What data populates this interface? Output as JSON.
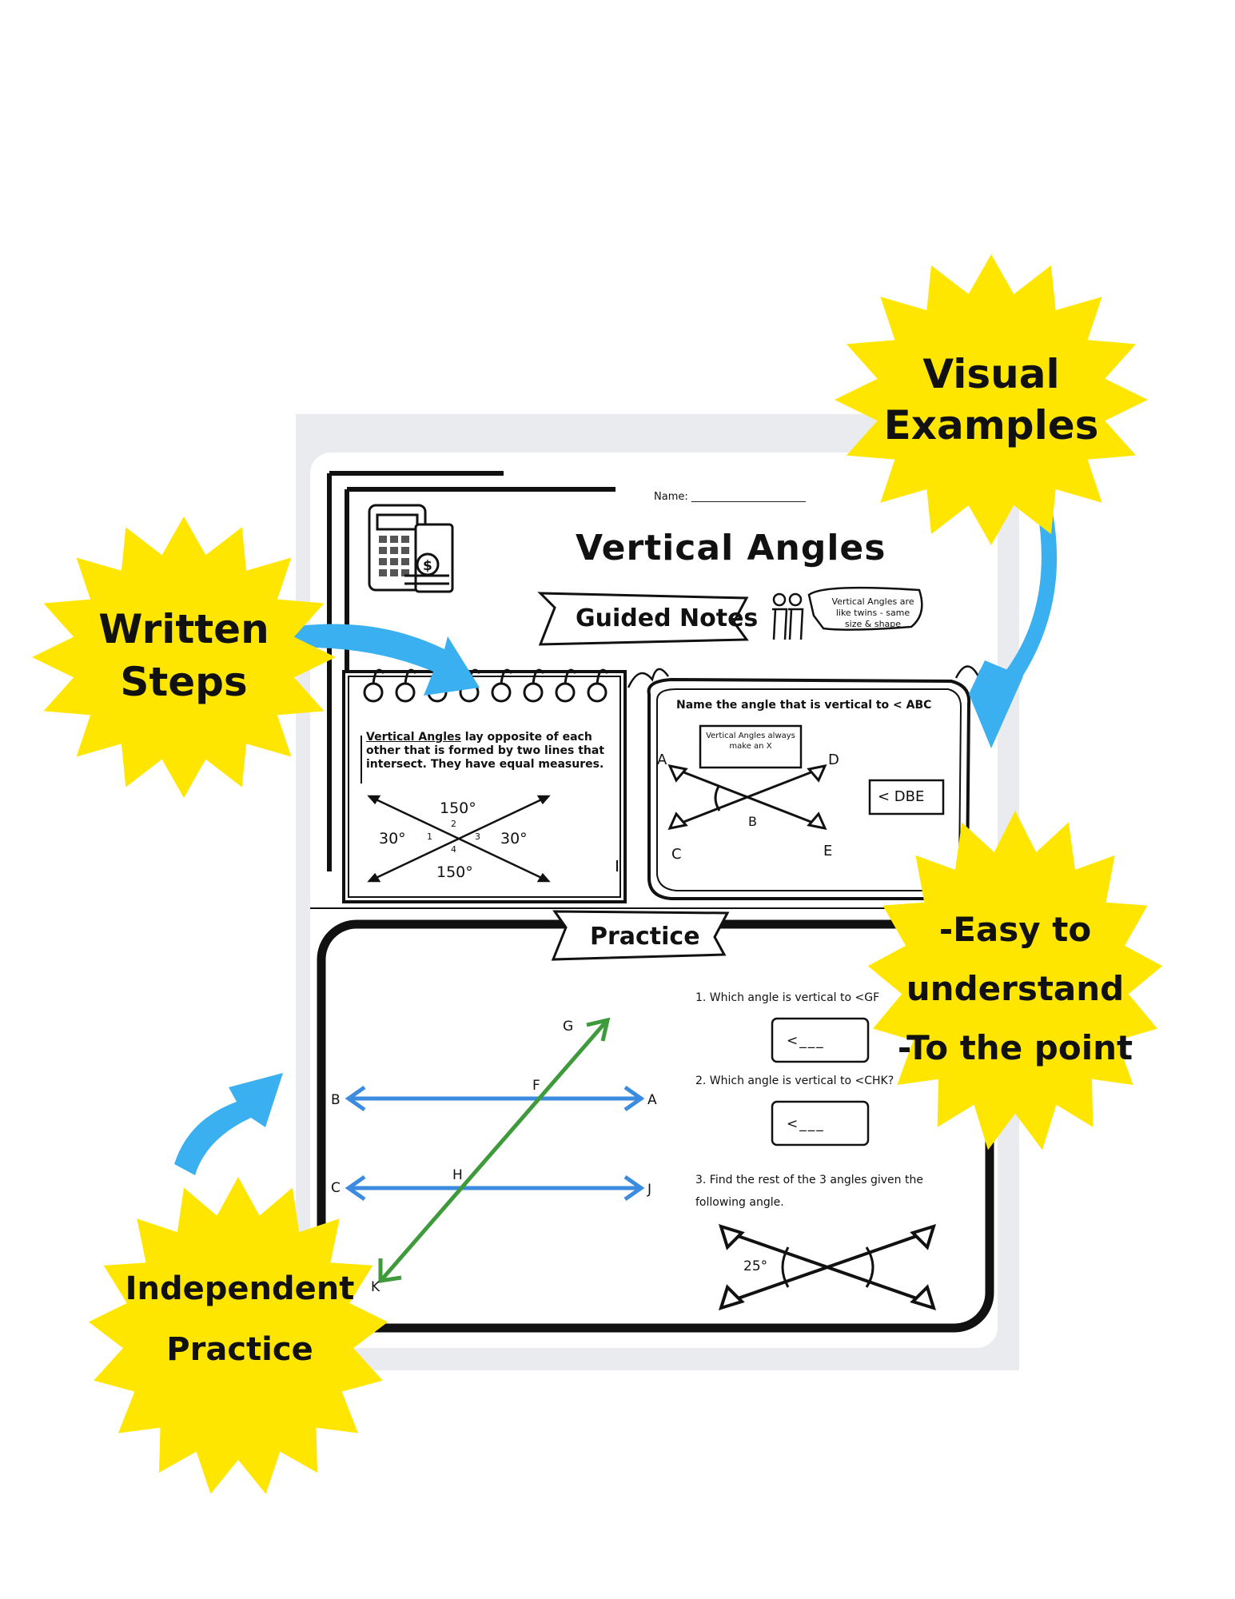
{
  "worksheet": {
    "name_label": "Name: ______________________",
    "title": "Vertical Angles",
    "banner_guided": "Guided Notes",
    "twins_note": "Vertical Angles are like twins - same size & shape",
    "definition_term": "Vertical Angles",
    "definition_rest": " lay opposite of each other that is formed by two lines that intersect. They have equal measures.",
    "diagram1": {
      "top": "150°",
      "bottom": "150°",
      "left": "30°",
      "right": "30°",
      "n1": "1",
      "n2": "2",
      "n3": "3",
      "n4": "4"
    },
    "example": {
      "prompt": "Name the angle that is vertical to < ABC",
      "hint": "Vertical Angles always make an X",
      "answer": "< DBE",
      "labels": {
        "A": "A",
        "B": "B",
        "C": "C",
        "D": "D",
        "E": "E"
      }
    },
    "banner_practice": "Practice",
    "practice_diagram": {
      "G": "G",
      "F": "F",
      "A": "A",
      "B": "B",
      "H": "H",
      "C": "C",
      "J": "J",
      "K": "K"
    },
    "questions": {
      "q1": "1. Which angle is vertical to <GF",
      "q1_blank": "<___",
      "q2": "2. Which angle is vertical to <CHK?",
      "q2_blank": "<___",
      "q3": "3. Find the rest of the 3 angles given the following angle.",
      "q3_angle": "25°"
    }
  },
  "callouts": {
    "visual": [
      "Visual",
      "Examples"
    ],
    "written": [
      "Written",
      "Steps"
    ],
    "easy": [
      "-Easy to",
      "understand",
      "-To the point"
    ],
    "independent": [
      "Independent",
      "Practice"
    ]
  },
  "colors": {
    "star": "#FFE600",
    "arrow": "#3AB0F0",
    "line_blue": "#3B8BE0",
    "line_green": "#3E9A3A",
    "ink": "#111111"
  }
}
